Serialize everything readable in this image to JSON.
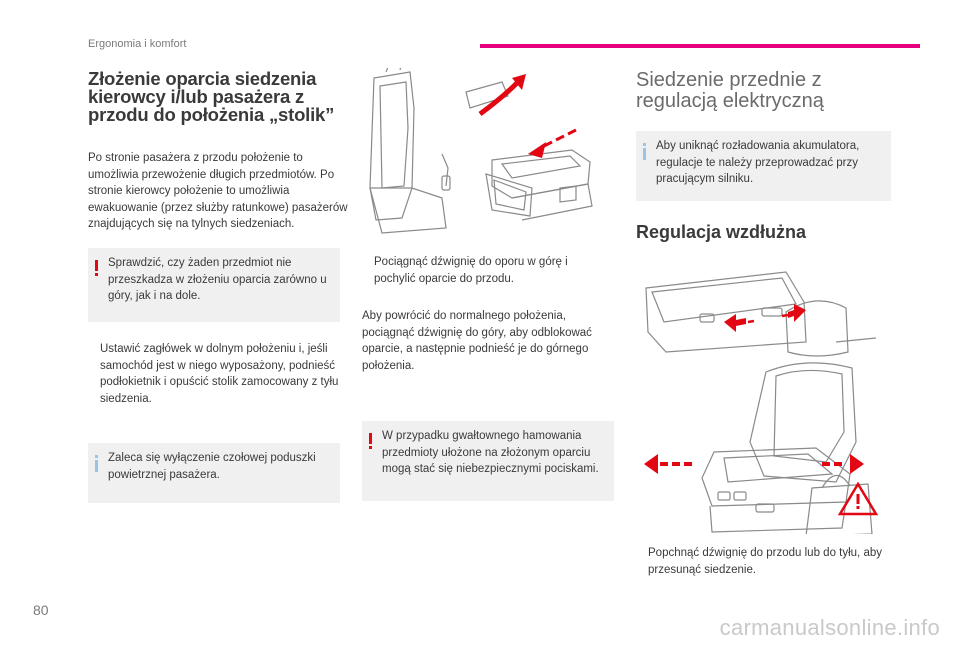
{
  "header": {
    "section": "Ergonomia i komfort",
    "accent_color": "#e6007e"
  },
  "page_number": "80",
  "col1": {
    "title": "Złożenie oparcia siedzenia kierowcy i/lub pasażera z przodu do położenia „stolik”",
    "paragraph": "Po stronie pasażera z przodu położenie to umożliwia przewożenie długich przedmiotów. Po stronie kierowcy położenie to umożliwia ewakuowanie (przez służby ratunkowe) pasażerów znajdujących się na tylnych siedzeniach.",
    "warning": "Sprawdzić, czy żaden przedmiot nie przeszkadza w złożeniu oparcia zarówno u góry, jak i na dole.",
    "bullet": "Ustawić zagłówek w dolnym położeniu i, jeśli samochód jest w niego wyposażony, podnieść podłokietnik i opuścić stolik zamocowany z tyłu siedzenia.",
    "info": "Zaleca się wyłączenie czołowej poduszki powietrznej pasażera."
  },
  "col2": {
    "bullet": "Pociągnąć dźwignię do oporu w górę i pochylić oparcie do przodu.",
    "paragraph": "Aby powrócić do normalnego położenia, pociągnąć dźwignię do góry, aby odblokować oparcie, a następnie podnieść je do górnego położenia.",
    "warning": "W przypadku gwałtownego hamowania przedmioty ułożone na złożonym oparciu mogą stać się niebezpiecznymi pociskami."
  },
  "col3": {
    "title": "Siedzenie przednie z regulacją elektryczną",
    "info": "Aby uniknąć rozładowania akumulatora, regulacje te należy przeprowadzać przy pracującym silniku.",
    "subtitle": "Regulacja wzdłużna",
    "bullet": "Popchnąć dźwignię do przodu lub do tyłu, aby przesunąć siedzenie."
  },
  "bullet_marker": "",
  "watermark": "carmanualsonline.info",
  "colors": {
    "warning": "#e30613",
    "info": "#9bc3e6",
    "arrow": "#e30613"
  }
}
